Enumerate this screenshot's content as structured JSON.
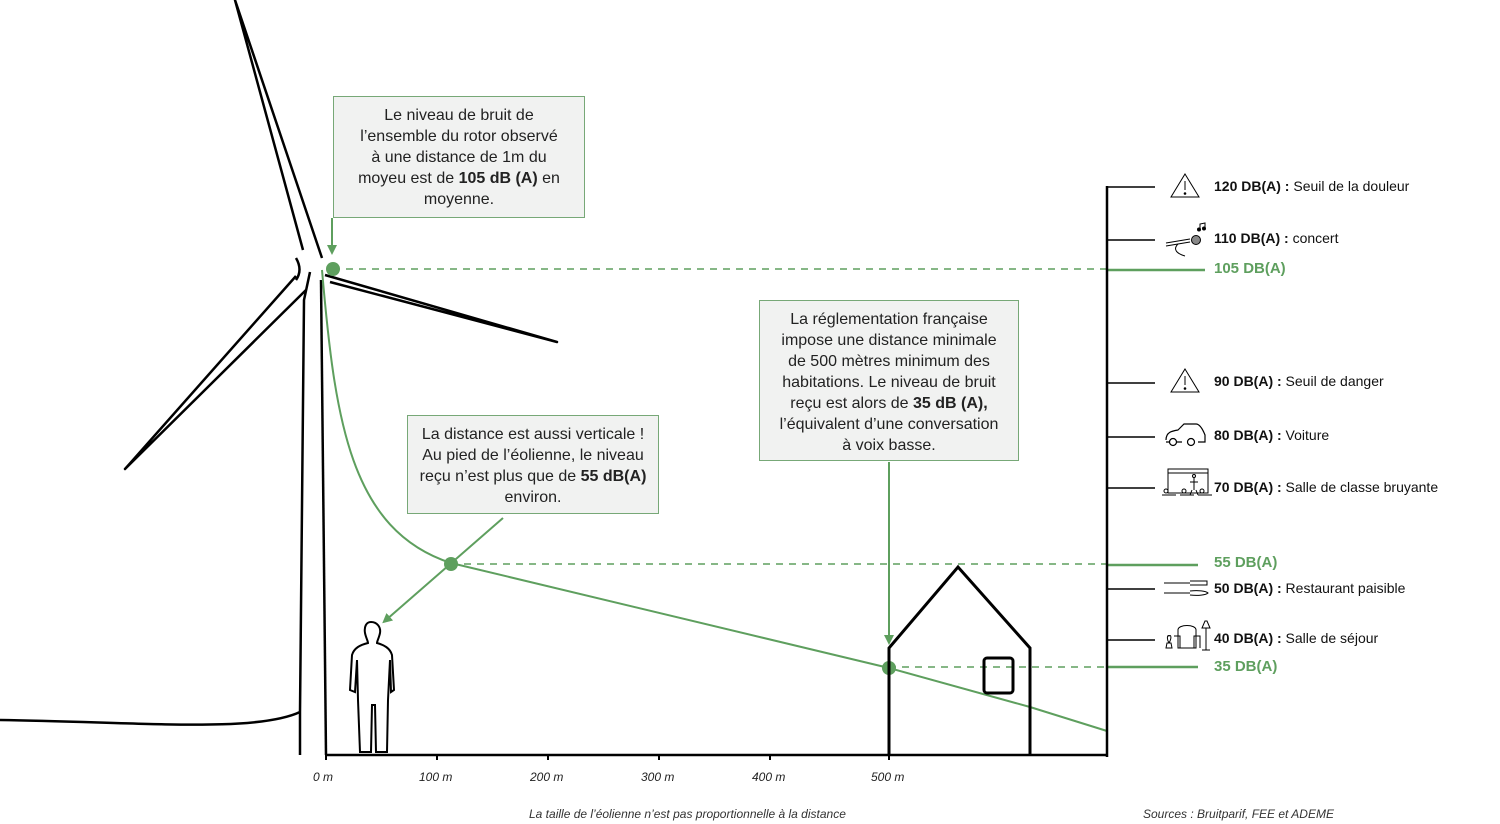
{
  "callouts": {
    "rotor": {
      "line1": "Le niveau de bruit de",
      "line2": "l’ensemble du rotor observé",
      "line3": "à une distance de 1m du",
      "line4_pre": "moyeu est de ",
      "line4_bold": "105 dB (A)",
      "line4_post": " en",
      "line5": "moyenne."
    },
    "vertical": {
      "line1": "La distance est aussi verticale !",
      "line2": "Au pied de l’éolienne, le niveau",
      "line3_pre": "reçu n’est plus que de ",
      "line3_bold": "55 dB(A)",
      "line4": "environ."
    },
    "regulation": {
      "line1": "La réglementation française",
      "line2": "impose une distance minimale",
      "line3": "de 500 mètres minimum des",
      "line4": "habitations. Le niveau de bruit",
      "line5_pre": "reçu est alors de ",
      "line5_bold": "35 dB (A),",
      "line6": "l’équivalent d’une conversation",
      "line7": "à voix basse."
    }
  },
  "scale": [
    {
      "level": "120 DB(A) :",
      "desc": " Seuil de la douleur",
      "icon": "warning-icon"
    },
    {
      "level": "110 DB(A) :",
      "desc": " concert",
      "icon": "microphone-icon"
    },
    {
      "level": "90 DB(A) :",
      "desc": " Seuil de danger",
      "icon": "warning-icon"
    },
    {
      "level": "80 DB(A) :",
      "desc": " Voiture",
      "icon": "car-icon"
    },
    {
      "level": "70 DB(A) :",
      "desc": " Salle de classe bruyante",
      "icon": "classroom-icon"
    },
    {
      "level": "50 DB(A) :",
      "desc": " Restaurant paisible",
      "icon": "cutlery-icon"
    },
    {
      "level": "40 DB(A) :",
      "desc": " Salle de séjour",
      "icon": "living-room-icon"
    }
  ],
  "reference_levels": [
    "105 DB(A)",
    "55 DB(A)",
    "35 DB(A)"
  ],
  "distance_axis": [
    "0 m",
    "100 m",
    "200 m",
    "300 m",
    "400 m",
    "500 m"
  ],
  "footer": {
    "note": "La taille de l’éolienne n’est pas proportionnelle à la distance",
    "sources": "Sources : Bruitparif, FEE et ADEME"
  },
  "colors": {
    "accent": "#5e9f5e",
    "ink": "#000000",
    "box_bg": "#f1f2f1"
  }
}
